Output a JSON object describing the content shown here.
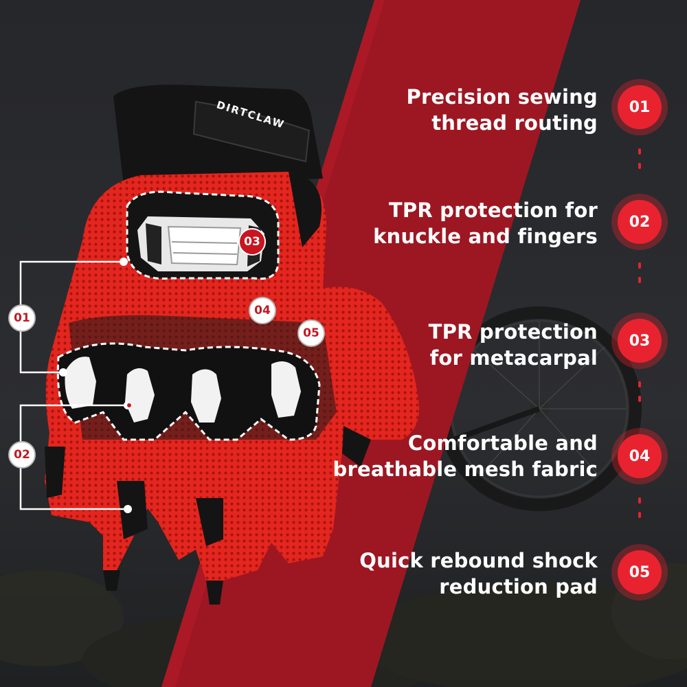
{
  "brand": "DIRTCLAW",
  "colors": {
    "accent_red": "#e8232f",
    "band_red": "#9c1722",
    "background": "#1e1f22",
    "text": "#ffffff"
  },
  "features": [
    {
      "number": "01",
      "line1": "Precision sewing",
      "line2": "thread routing"
    },
    {
      "number": "02",
      "line1": "TPR protection for",
      "line2": "knuckle and fingers"
    },
    {
      "number": "03",
      "line1": "TPR protection",
      "line2": "for metacarpal"
    },
    {
      "number": "04",
      "line1": "Comfortable and",
      "line2": "breathable mesh fabric"
    },
    {
      "number": "05",
      "line1": "Quick rebound shock",
      "line2": "reduction pad"
    }
  ],
  "callouts": {
    "c01": "01",
    "c02": "02",
    "c03": "03",
    "c04": "04",
    "c05": "05"
  }
}
